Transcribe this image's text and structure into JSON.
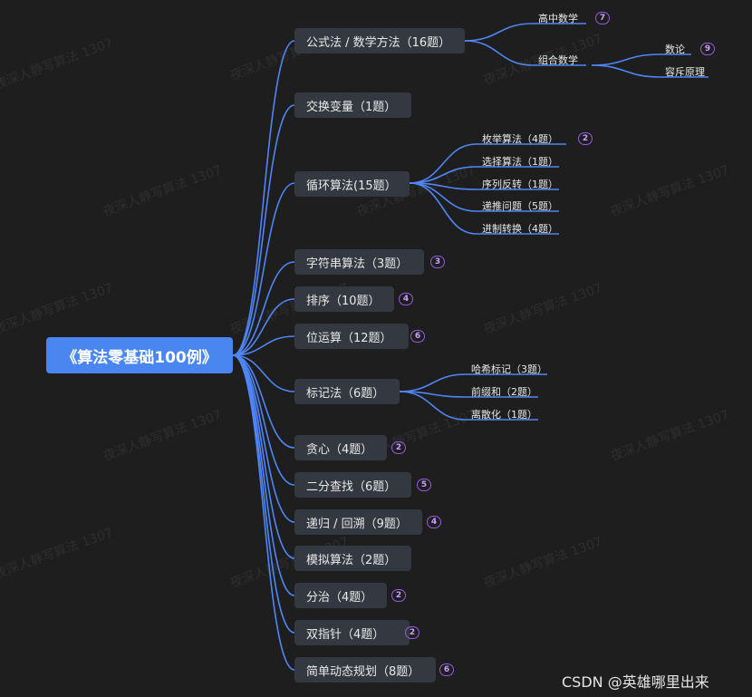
{
  "root": {
    "label": "《算法零基础100例》"
  },
  "branches": [
    {
      "label": "公式法 / 数学方法（16题）"
    },
    {
      "label": "交换变量（1题）"
    },
    {
      "label": "循环算法(15题）"
    },
    {
      "label": "字符串算法（3题）",
      "badge": "3"
    },
    {
      "label": "排序（10题）",
      "badge": "4"
    },
    {
      "label": "位运算（12题）",
      "badge": "6"
    },
    {
      "label": "标记法（6题）"
    },
    {
      "label": "贪心（4题）",
      "badge": "2"
    },
    {
      "label": "二分查找（6题）",
      "badge": "5"
    },
    {
      "label": "递归 / 回溯（9题）",
      "badge": "4"
    },
    {
      "label": "模拟算法（2题）"
    },
    {
      "label": "分治（4题）",
      "badge": "2"
    },
    {
      "label": "双指针（4题）",
      "badge": "2"
    },
    {
      "label": "简单动态规划（8题）",
      "badge": "6"
    }
  ],
  "math_children": [
    {
      "label": "高中数学",
      "badge": "7"
    },
    {
      "label": "组合数学"
    }
  ],
  "combinatorics_children": [
    {
      "label": "数论",
      "badge": "9"
    },
    {
      "label": "容斥原理"
    }
  ],
  "loop_children": [
    {
      "label": "枚举算法（4题）",
      "badge": "2"
    },
    {
      "label": "选择算法（1题）"
    },
    {
      "label": "序列反转（1题）"
    },
    {
      "label": "递推问题（5题）"
    },
    {
      "label": "进制转换（4题）"
    }
  ],
  "marking_children": [
    {
      "label": "哈希标记（3题）"
    },
    {
      "label": "前缀和（2题）"
    },
    {
      "label": "离散化（1题）"
    }
  ],
  "watermark": "夜深人静写算法 1307",
  "credit": "CSDN @英雄哪里出来",
  "colors": {
    "background": "#1e1e1f",
    "root": "#4a86f0",
    "branch": "#343840",
    "connector": "#4f86f7",
    "badge": "#9a59e0"
  }
}
